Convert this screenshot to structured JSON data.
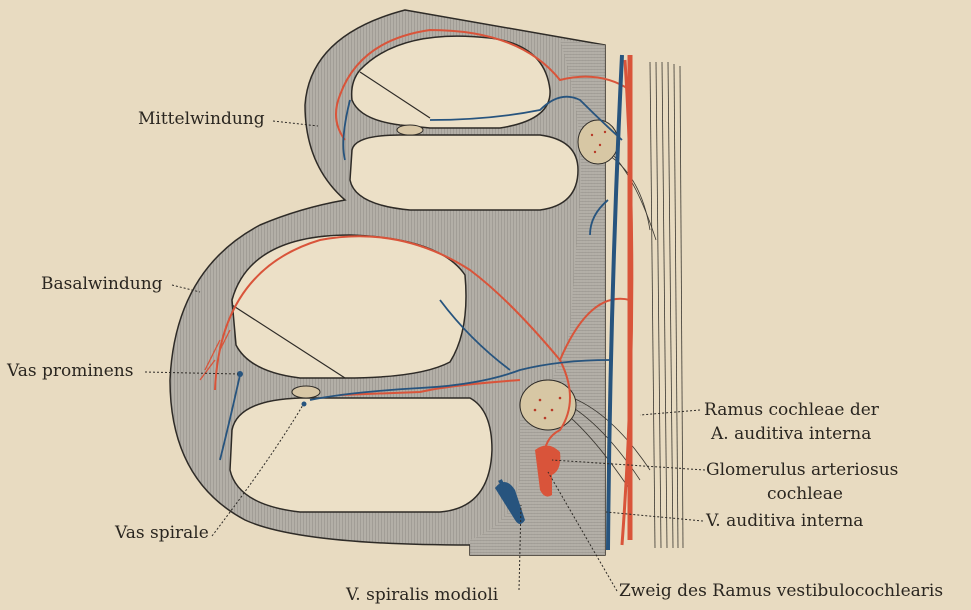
{
  "labels": {
    "mittelwindung": "Mittelwindung",
    "basalwindung": "Basalwindung",
    "vas_prominens": "Vas prominens",
    "vas_spirale": "Vas spirale",
    "v_spiralis_modioli": "V. spiralis modioli",
    "ramus_cochleae_1": "Ramus cochleae der",
    "ramus_cochleae_2": "A. auditiva interna",
    "glomerulus_1": "Glomerulus arteriosus",
    "glomerulus_2": "cochleae",
    "v_auditiva_interna": "V. auditiva interna",
    "zweig": "Zweig des Ramus vestibulocochlearis"
  },
  "colors": {
    "background": "#e8dbc1",
    "bone": "#9c9891",
    "modiolus": "#b0aca4",
    "artery": "#d9543a",
    "vein": "#27547e",
    "outline": "#2e2b27"
  }
}
